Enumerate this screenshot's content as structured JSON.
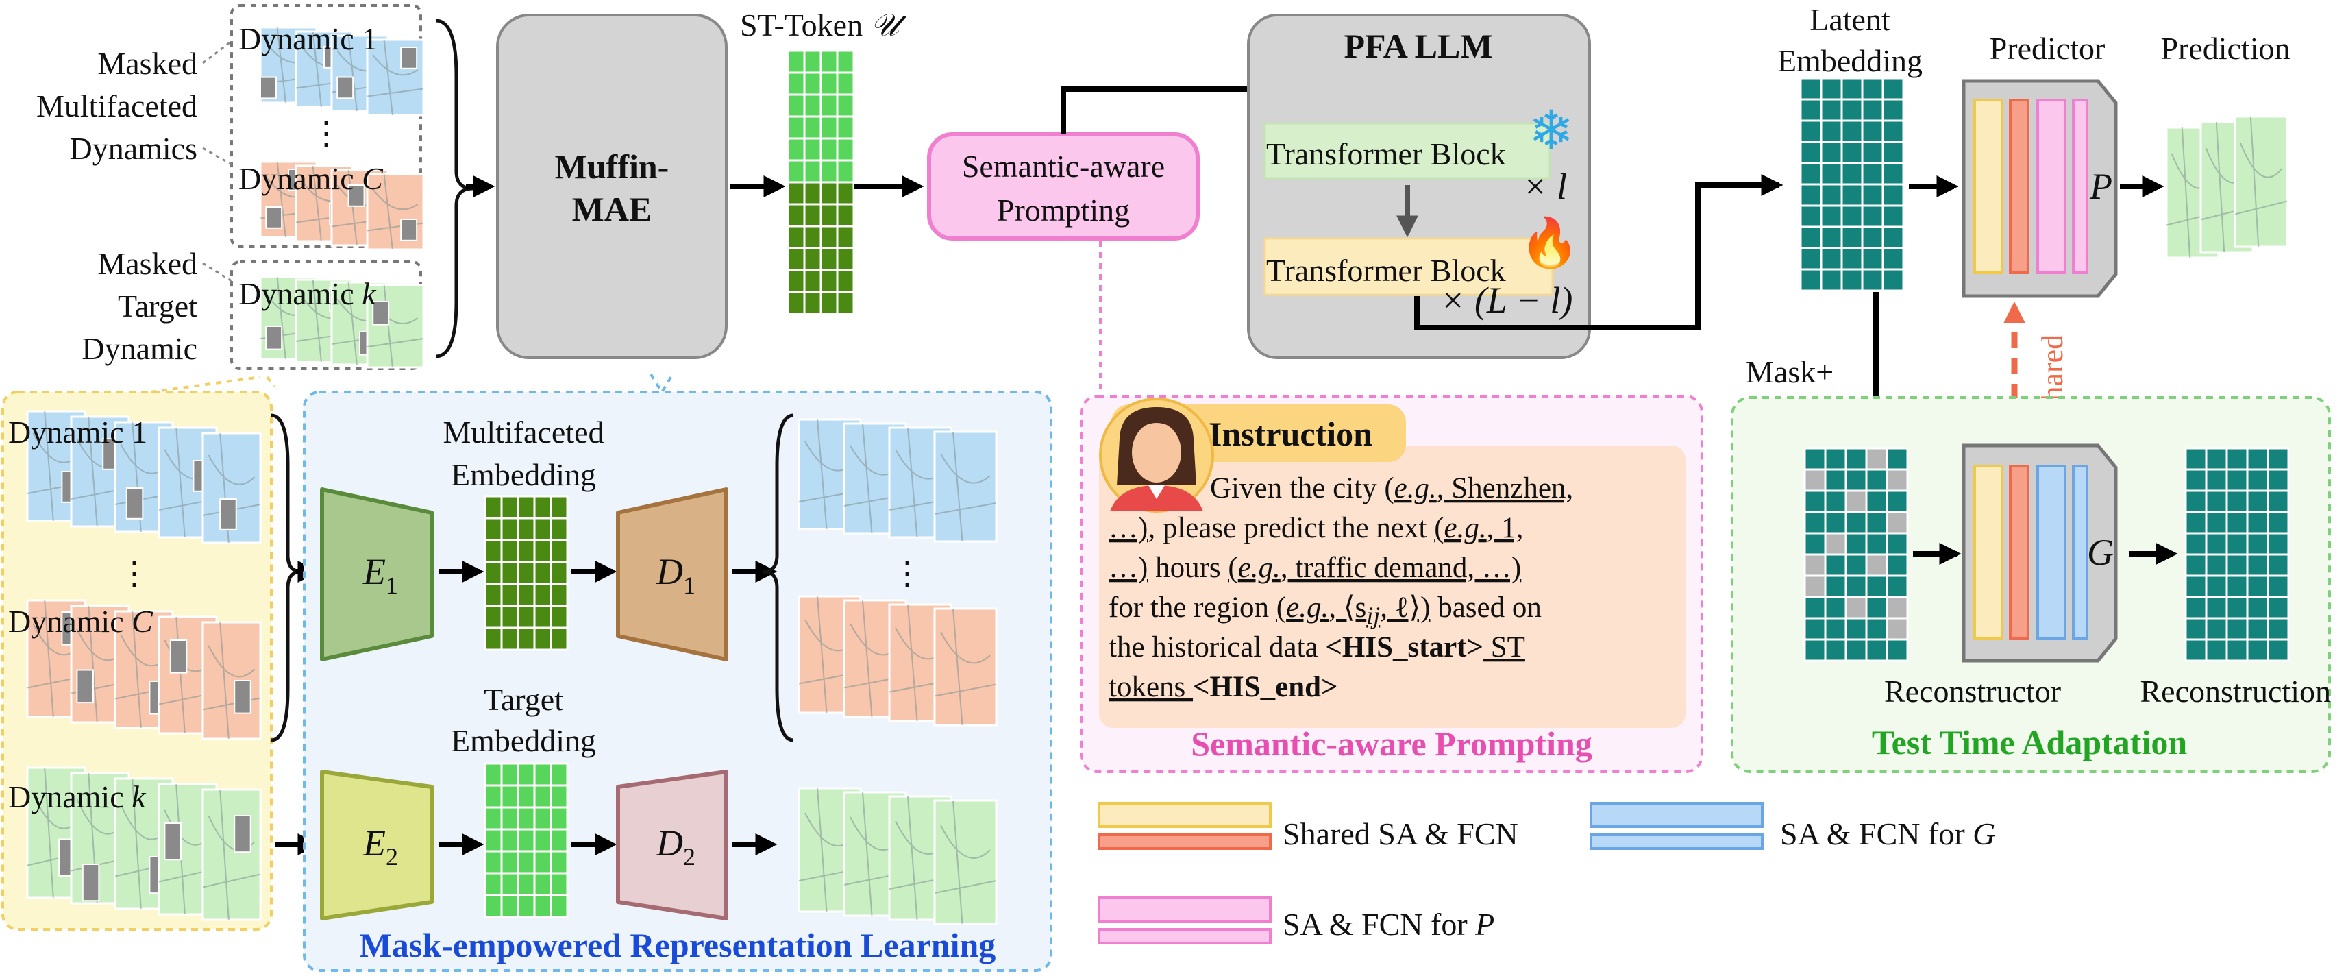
{
  "colors": {
    "teal": "#13837b",
    "green_dark": "#4a8a12",
    "green_light": "#58d65b",
    "blue_light": "#b8dcf3",
    "salmon_light": "#f7c6ad",
    "mint_light": "#c9efc3",
    "gray_panel": "#d4d4d4",
    "pink": "#f07fcf",
    "pink_text": "#e64fb0",
    "blue_text": "#1a4bd6",
    "green_text": "#23a524",
    "orange_shared": "#ef6a4a",
    "yellow_fill": "#fcefc4"
  },
  "inputs": {
    "masked_multifaceted_label": [
      "Masked",
      "Multifaceted",
      "Dynamics"
    ],
    "masked_target_label": [
      "Masked",
      "Target",
      "Dynamic"
    ],
    "dynamic_1": "Dynamic 1",
    "dynamic_c_prefix": "Dynamic ",
    "dynamic_c_var": "C",
    "dynamic_k_prefix": "Dynamic ",
    "dynamic_k_var": "k",
    "ellipsis": "⋮"
  },
  "muffin": {
    "line1": "Muffin-",
    "line2": "MAE"
  },
  "st_token": {
    "label": "ST-Token ",
    "symbol": "𝒰"
  },
  "semantic_prompt_box": {
    "line1": "Semantic-aware",
    "line2": "Prompting"
  },
  "pfa": {
    "title": "PFA LLM",
    "block_top": "Transformer Block",
    "block_bottom": "Transformer Block",
    "mult_top": "× l",
    "mult_bottom": "× (L − l)",
    "frozen_icon": "❄",
    "fire_icon": "🔥"
  },
  "right": {
    "latent_line1": "Latent",
    "latent_line2": "Embedding",
    "predictor": "Predictor",
    "prediction": "Prediction",
    "p_symbol": "P",
    "g_symbol": "G",
    "mask_plus": "Mask+",
    "shared": "Shared",
    "reconstructor": "Reconstructor",
    "reconstruction": "Reconstruction",
    "tta_title": "Test Time Adaptation"
  },
  "mrl": {
    "multifaceted_line1": "Multifaceted",
    "multifaceted_line2": "Embedding",
    "target_line1": "Target",
    "target_line2": "Embedding",
    "e1": "E",
    "e1_sub": "1",
    "d1": "D",
    "d1_sub": "1",
    "e2": "E",
    "e2_sub": "2",
    "d2": "D",
    "d2_sub": "2",
    "title": "Mask-empowered Representation Learning"
  },
  "instruction": {
    "heading": "Instruction",
    "l1_a": "Given the city (",
    "l1_eg": "e.g.",
    "l1_b": ", Shenzhen,",
    "l2_a": "…)",
    "l2_b": ", please predict the next ",
    "l2_c": "(",
    "l2_d": ", 1,",
    "l3_a": "…)",
    "l3_b": " hours ",
    "l3_c": "(",
    "l3_d": ", traffic demand, …)",
    "l4_a": "for the region ",
    "l4_b": "(",
    "l4_c": ", ⟨s",
    "l4_sub": "ij",
    "l4_d": ", ℓ⟩)",
    "l4_e": " based on",
    "l5_a": "the historical data ",
    "l5_b": "<HIS_start>",
    "l5_c": " ST",
    "l6_a": "tokens ",
    "l6_b": "<HIS_end>",
    "title": "Semantic-aware Prompting"
  },
  "legend": {
    "shared": "Shared SA & FCN",
    "g_prefix": "SA & FCN for ",
    "g_var": "G",
    "p_prefix": "SA & FCN for ",
    "p_var": "P"
  }
}
